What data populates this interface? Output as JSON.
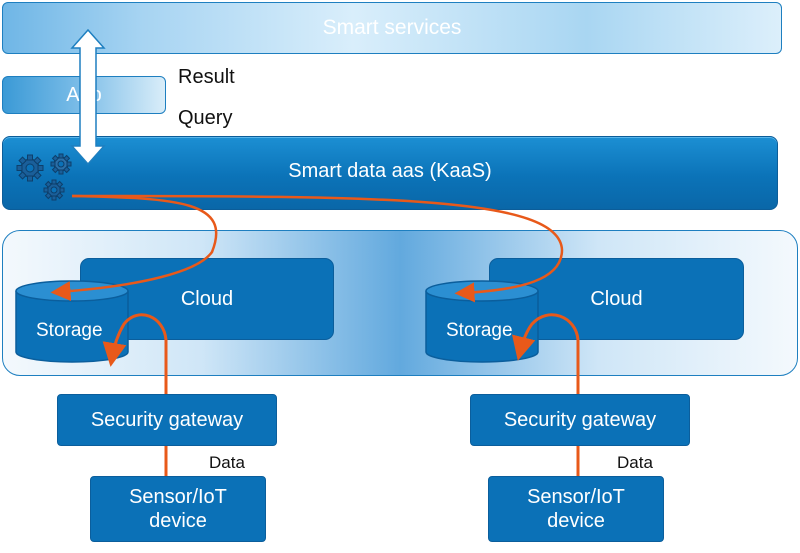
{
  "smart_services": {
    "label": "Smart services"
  },
  "app": {
    "label": "App"
  },
  "result_label": "Result",
  "query_label": "Query",
  "smart_data": {
    "label": "Smart data aas (KaaS)"
  },
  "cloud_left": {
    "label": "Cloud",
    "storage": "Storage"
  },
  "cloud_right": {
    "label": "Cloud",
    "storage": "Storage"
  },
  "gateway_left": {
    "label": "Security gateway"
  },
  "gateway_right": {
    "label": "Security gateway"
  },
  "data_left": "Data",
  "data_right": "Data",
  "sensor_left": {
    "line1": "Sensor/IoT",
    "line2": "device"
  },
  "sensor_right": {
    "line1": "Sensor/IoT",
    "line2": "device"
  },
  "colors": {
    "dark_blue": "#0b71b7",
    "light_blue": "#a7d4f2",
    "flow_line": "#e8591a"
  },
  "icons": [
    "up-down-arrow-icon",
    "gears-icon"
  ]
}
